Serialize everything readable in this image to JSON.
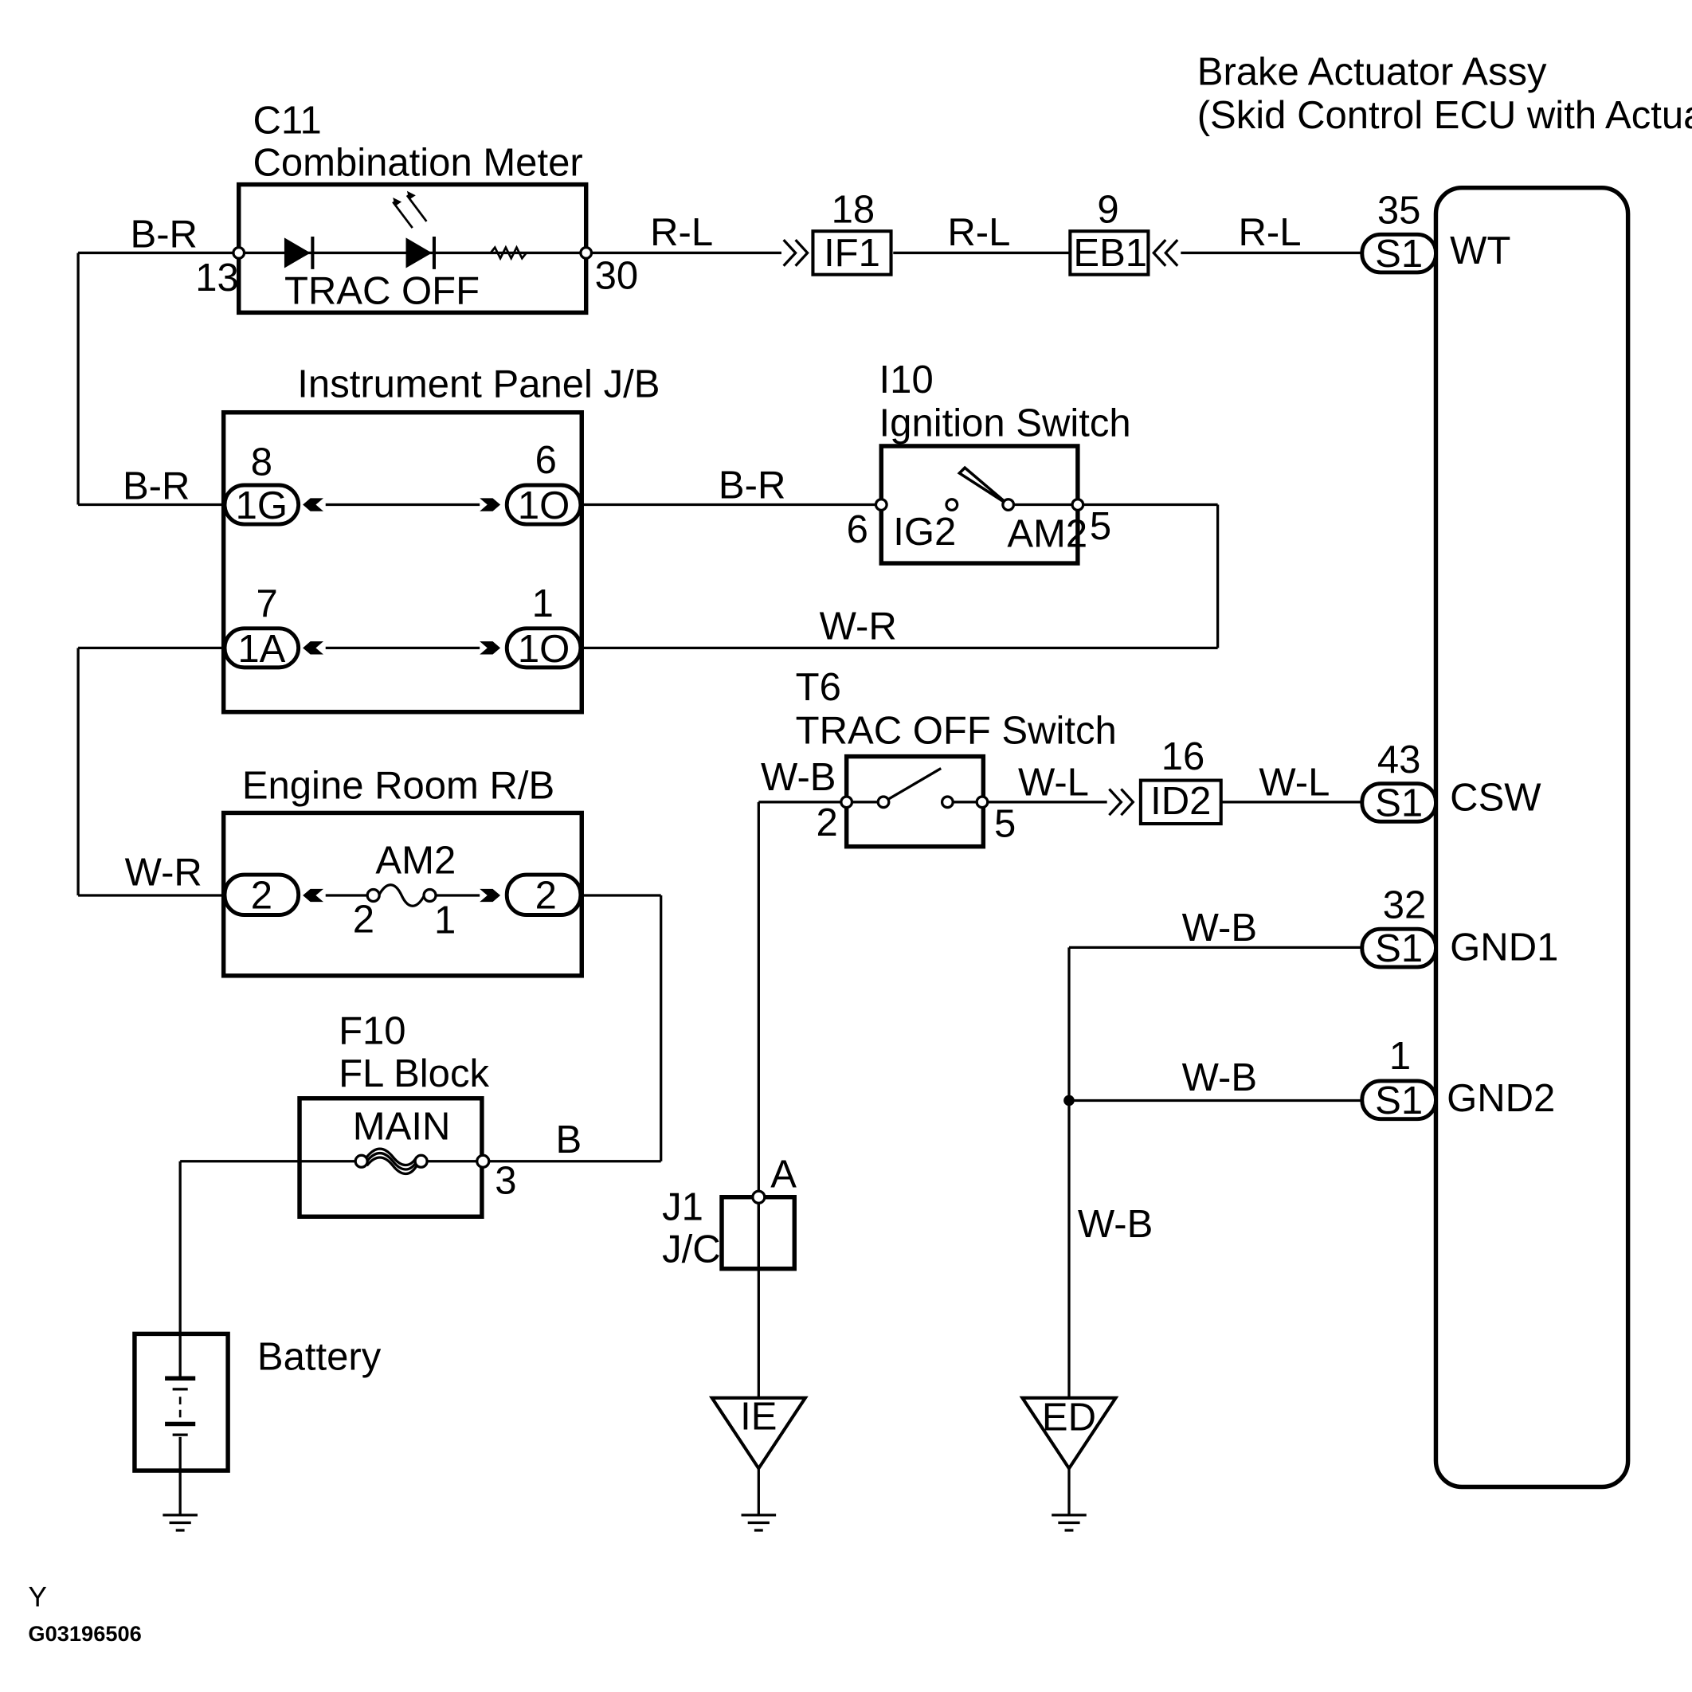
{
  "components": {
    "ecu": {
      "title_line1": "Brake Actuator Assy",
      "title_line2": "(Skid Control ECU with Actuator)"
    },
    "meter": {
      "code": "C11",
      "name": "Combination Meter",
      "indicator": "TRAC OFF",
      "pin_left": "13",
      "pin_right": "30"
    },
    "ij": {
      "name": "Instrument Panel J/B"
    },
    "ign": {
      "code": "I10",
      "name": "Ignition Switch",
      "pin_left": "6",
      "pin_right": "5",
      "contact_ig2": "IG2",
      "contact_am2": "AM2"
    },
    "trac_sw": {
      "code": "T6",
      "name": "TRAC OFF Switch",
      "pin_left": "2",
      "pin_right": "5"
    },
    "erb": {
      "name": "Engine Room R/B",
      "fuse": "AM2",
      "fuse_pin_left": "2",
      "fuse_pin_right": "1"
    },
    "fl": {
      "code": "F10",
      "name": "FL Block",
      "fuse": "MAIN",
      "pin": "3"
    },
    "jc": {
      "code": "J1",
      "name": "J/C",
      "pin": "A"
    },
    "battery": {
      "name": "Battery"
    }
  },
  "connectors": {
    "if1": {
      "label": "IF1",
      "pin": "18"
    },
    "eb1": {
      "label": "EB1",
      "pin": "9"
    },
    "id2": {
      "label": "ID2",
      "pin": "16"
    },
    "ij_1g": {
      "label": "1G",
      "pin": "8"
    },
    "ij_1o_top": {
      "label": "1O",
      "pin": "6"
    },
    "ij_1a": {
      "label": "1A",
      "pin": "7"
    },
    "ij_1o_bot": {
      "label": "1O",
      "pin": "1"
    },
    "erb_left": {
      "label": "2"
    },
    "erb_right": {
      "label": "2"
    },
    "ecu_wt": {
      "label": "S1",
      "pin": "35",
      "signal": "WT"
    },
    "ecu_csw": {
      "label": "S1",
      "pin": "43",
      "signal": "CSW"
    },
    "ecu_gnd1": {
      "label": "S1",
      "pin": "32",
      "signal": "GND1"
    },
    "ecu_gnd2": {
      "label": "S1",
      "pin": "1",
      "signal": "GND2"
    }
  },
  "wires": {
    "br_meter": "B-R",
    "br_ij": "B-R",
    "br_ign": "B-R",
    "rl_1": "R-L",
    "rl_2": "R-L",
    "rl_3": "R-L",
    "wr_ign": "W-R",
    "wr_erb": "W-R",
    "wb_sw": "W-B",
    "wl_1": "W-L",
    "wl_2": "W-L",
    "wb_gnd1": "W-B",
    "wb_gnd2": "W-B",
    "wb_ed": "W-B",
    "b_fl": "B"
  },
  "grounds": {
    "ie": "IE",
    "ed": "ED"
  },
  "footer": {
    "code": "Y",
    "figure_id": "G03196506"
  },
  "colors": {
    "line": "#000000",
    "background": "#ffffff"
  }
}
